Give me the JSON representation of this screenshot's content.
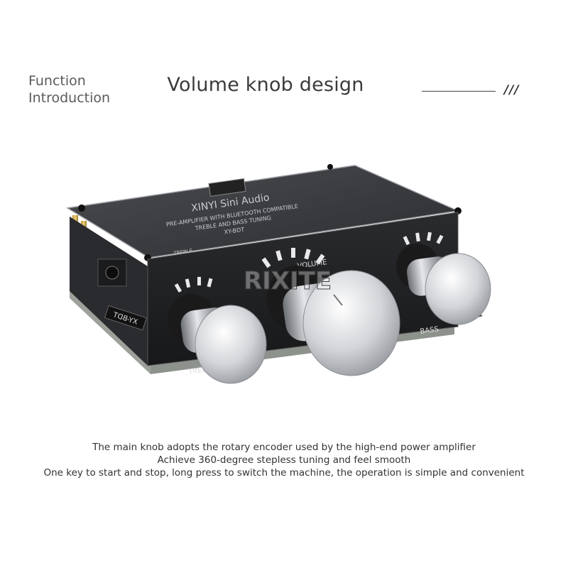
{
  "header": {
    "label_line1": "Function",
    "label_line2": "Introduction",
    "title": "Volume knob design",
    "decoration": "///"
  },
  "product": {
    "board_title": "XINYI Sini Audio",
    "board_sub1": "PRE-AMPLIFIER WITH BLUETOOTH COMPATIBLE",
    "board_sub2": "TREBLE AND BASS TUNING",
    "model": "XY-BDT",
    "top_treble": "TREBLE",
    "top_volume": "VOLUME",
    "top_bass": "BASS",
    "front_volume": "VOLUME",
    "front_treble": "TREBLE",
    "front_bass": "BASS",
    "side_label": "XY-BDT",
    "watermark": "RIXITE"
  },
  "caption": {
    "line1": "The main knob adopts the rotary encoder used by the high-end power amplifier",
    "line2": "Achieve 360-degree stepless tuning and feel smooth",
    "line3": "One key to start and stop, long press to switch the machine, the operation is simple and convenient"
  }
}
